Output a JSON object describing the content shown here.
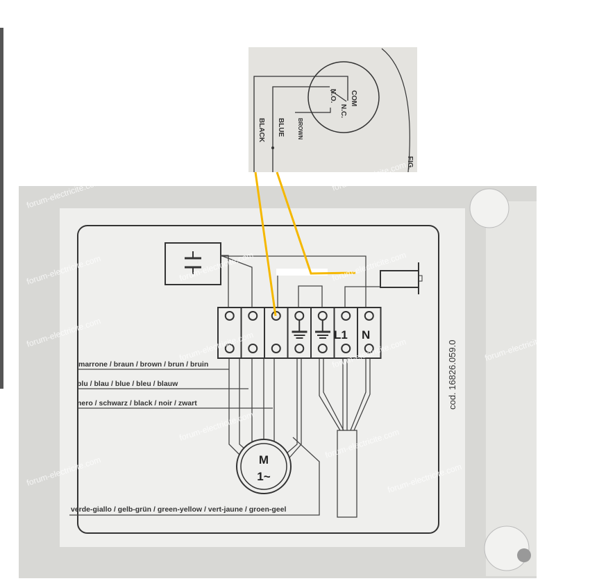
{
  "inset": {
    "labels": {
      "com": "COM",
      "nc": "N.C.",
      "no": "N.O.",
      "black": "BLACK",
      "blue": "BLUE",
      "brown": "BROWN",
      "fig": "FIG."
    }
  },
  "diagram": {
    "terminals": [
      "",
      "",
      "",
      "earth",
      "earth",
      "L1",
      "N"
    ],
    "terminal_l1": "L1",
    "terminal_n": "N",
    "motor_line1": "M",
    "motor_line2": "1~",
    "wire_labels": {
      "brown": "marrone / braun / brown / brun / bruin",
      "blue": "blu / blau / blue / bleu / blauw",
      "black": "nero / schwarz / black / noir / zwart",
      "green_yellow": "verde-giallo / gelb-grün / green-yellow / vert-jaune / groen-geel"
    },
    "code": "cod. 16826.059.0"
  },
  "watermark": "forum-electricite.com",
  "colors": {
    "annotation": "#f5b800",
    "box": "#d9d9d6",
    "paper": "#ececea"
  }
}
